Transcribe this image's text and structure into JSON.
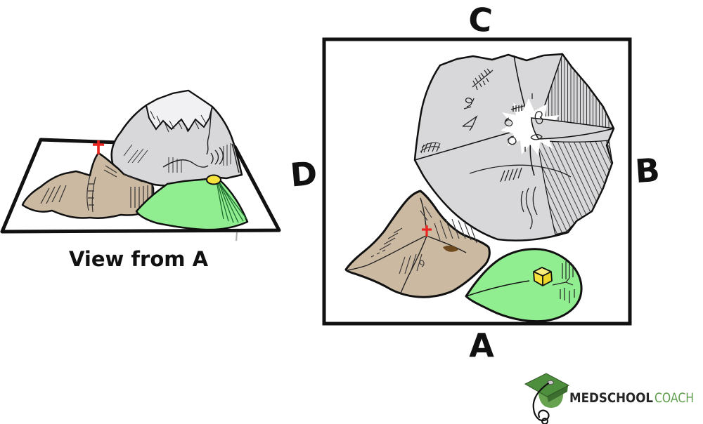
{
  "left_view": {
    "caption": "View from A",
    "features": {
      "ground_plane": "tilted-base-plane",
      "brown_hill": "tan-hill-with-cross",
      "gray_mountain": "large-gray-mountain",
      "snow_peak": "white-summit",
      "green_hill": "green-hill-with-disc",
      "summit_marker": "red-cross",
      "treasure_marker": "yellow-disc"
    }
  },
  "map_view": {
    "labels": {
      "top": "C",
      "right": "B",
      "bottom": "A",
      "left": "D"
    },
    "features": {
      "frame": "square-map-border",
      "gray_rock": "mountain-top-view",
      "snow_star": "white-summit-starburst",
      "brown_hill": "tan-hill-top-view",
      "summit_marker": "red-cross",
      "green_area": "green-teardrop-area",
      "treasure_marker": "yellow-cube"
    }
  },
  "logo": {
    "icon": "graduation-cap-with-stethoscope",
    "name_bold": "MEDSCHOOL",
    "name_light": "COACH"
  },
  "colors": {
    "outline": "#111111",
    "mountain_gray": "#d8d8da",
    "snow_white": "#f1f1f3",
    "hill_brown": "#ccb9a1",
    "dark_brown": "#6e4a1e",
    "hill_green": "#90ee90",
    "pleat_green": "#1c6b2d",
    "marker_red": "#e8251f",
    "treasure_yellow": "#f6e33e",
    "logo_green": "#4e8f3d",
    "logo_cap_dark": "#3c6e2f",
    "logo_text_dark": "#262626",
    "logo_text_green": "#5f9e4d"
  }
}
